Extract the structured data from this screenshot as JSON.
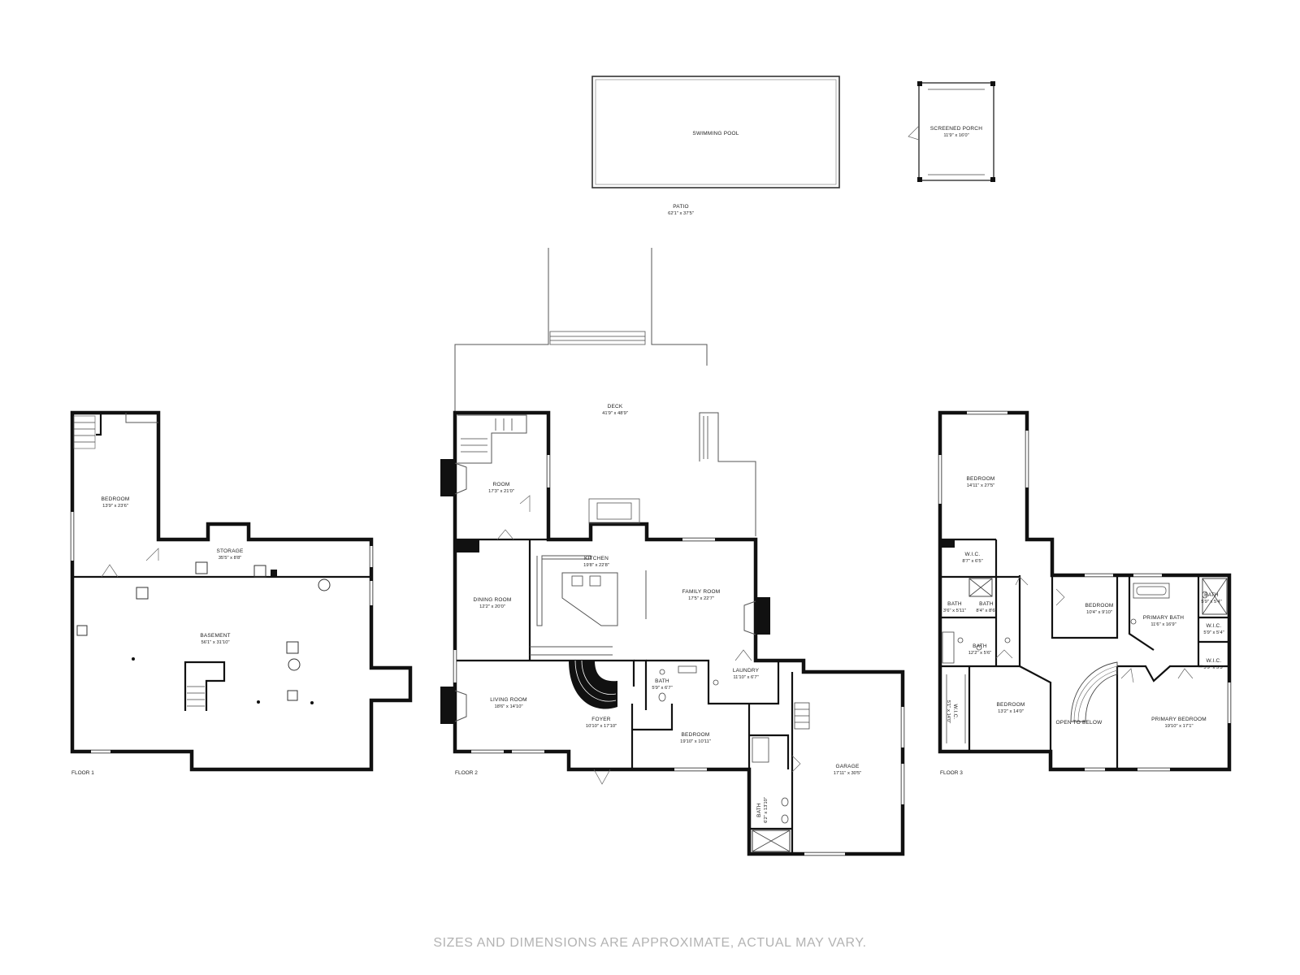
{
  "disclaimer": "SIZES AND DIMENSIONS ARE APPROXIMATE, ACTUAL MAY VARY.",
  "floors": {
    "floor1": "FLOOR 1",
    "floor2": "FLOOR 2",
    "floor3": "FLOOR 3"
  },
  "exterior": {
    "pool": {
      "name": "SWIMMING POOL"
    },
    "porch": {
      "name": "SCREENED PORCH",
      "dim": "11'9\" x 16'0\""
    },
    "patio": {
      "name": "PATIO",
      "dim": "62'1\" x 37'5\""
    },
    "deck": {
      "name": "DECK",
      "dim": "41'9\" x 48'9\""
    }
  },
  "rooms_floor1": {
    "bedroom": {
      "name": "BEDROOM",
      "dim": "13'9\" x 23'6\""
    },
    "storage": {
      "name": "STORAGE",
      "dim": "35'5\" x 8'8\""
    },
    "basement": {
      "name": "BASEMENT",
      "dim": "56'1\" x 31'10\""
    }
  },
  "rooms_floor2": {
    "room": {
      "name": "ROOM",
      "dim": "17'3\" x 21'0\""
    },
    "kitchen": {
      "name": "KITCHEN",
      "dim": "19'8\" x 22'8\""
    },
    "family": {
      "name": "FAMILY ROOM",
      "dim": "17'5\" x 22'7\""
    },
    "dining": {
      "name": "DINING ROOM",
      "dim": "12'2\" x 20'0\""
    },
    "living": {
      "name": "LIVING ROOM",
      "dim": "18'6\" x 14'10\""
    },
    "foyer": {
      "name": "FOYER",
      "dim": "10'10\" x 17'10\""
    },
    "bath1": {
      "name": "BATH",
      "dim": "5'9\" x 6'7\""
    },
    "laundry": {
      "name": "LAUNDRY",
      "dim": "11'10\" x 6'7\""
    },
    "bedroom": {
      "name": "BEDROOM",
      "dim": "19'10\" x 10'11\""
    },
    "garage": {
      "name": "GARAGE",
      "dim": "17'11\" x 30'5\""
    },
    "bath2": {
      "name": "BATH",
      "dim": "6'2\" x 13'10\""
    }
  },
  "rooms_floor3": {
    "bedroom_top": {
      "name": "BEDROOM",
      "dim": "14'11\" x 27'5\""
    },
    "wic1": {
      "name": "W.I.C.",
      "dim": "8'7\" x 6'5\""
    },
    "bath_a": {
      "name": "BATH",
      "dim": "3'6\" x 5'11\""
    },
    "bath_b": {
      "name": "BATH",
      "dim": "8'4\" x 8'6\""
    },
    "bath_c": {
      "name": "BATH",
      "dim": "12'2\" x 5'6\""
    },
    "bedroom_mid": {
      "name": "BEDROOM",
      "dim": "10'4\" x 9'10\""
    },
    "primary_bath": {
      "name": "PRIMARY BATH",
      "dim": "11'6\" x 16'9\""
    },
    "bath_d": {
      "name": "BATH",
      "dim": "5'9\" x 5'4\""
    },
    "wic2": {
      "name": "W.I.C.",
      "dim": "5'9\" x 5'4\""
    },
    "wic3": {
      "name": "W.I.C.",
      "dim": "5'9\" x 5'5\""
    },
    "wic_left": {
      "name": "W.I.C.",
      "dim": "5'1\" x 14'0\""
    },
    "bedroom_low": {
      "name": "BEDROOM",
      "dim": "13'2\" x 14'0\""
    },
    "open": {
      "name": "OPEN TO BELOW"
    },
    "primary_bed": {
      "name": "PRIMARY BEDROOM",
      "dim": "19'10\" x 17'1\""
    }
  }
}
